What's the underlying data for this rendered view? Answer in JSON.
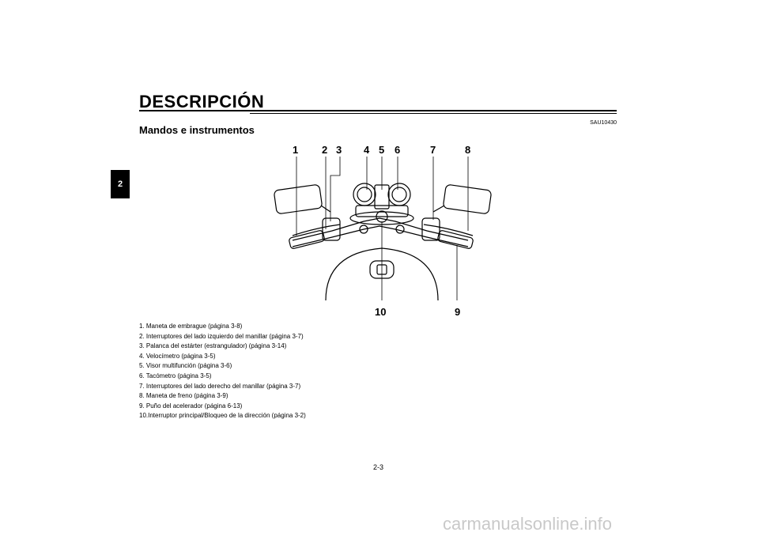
{
  "header": {
    "title": "DESCRIPCIÓN",
    "chapter": "2",
    "code": "SAU10430"
  },
  "section": {
    "title": "Mandos e instrumentos"
  },
  "callouts": {
    "c1": "1",
    "c2": "2",
    "c3": "3",
    "c4": "4",
    "c5": "5",
    "c6": "6",
    "c7": "7",
    "c8": "8",
    "c9": "9",
    "c10": "10"
  },
  "legend": [
    "1. Maneta de embrague (página 3-8)",
    "2. Interruptores del lado izquierdo del manillar (página 3-7)",
    "3. Palanca del estárter (estrangulador) (página 3-14)",
    "4. Velocímetro (página 3-5)",
    "5. Visor multifunción (página 3-6)",
    "6. Tacómetro (página 3-5)",
    "7. Interruptores del lado derecho del manillar (página 3-7)",
    "8. Maneta de freno (página 3-9)",
    "9. Puño del acelerador (página 6-13)",
    "10.Interruptor principal/Bloqueo de la dirección (página 3-2)"
  ],
  "footer": {
    "page": "2-3",
    "watermark": "carmanualsonline.info"
  }
}
